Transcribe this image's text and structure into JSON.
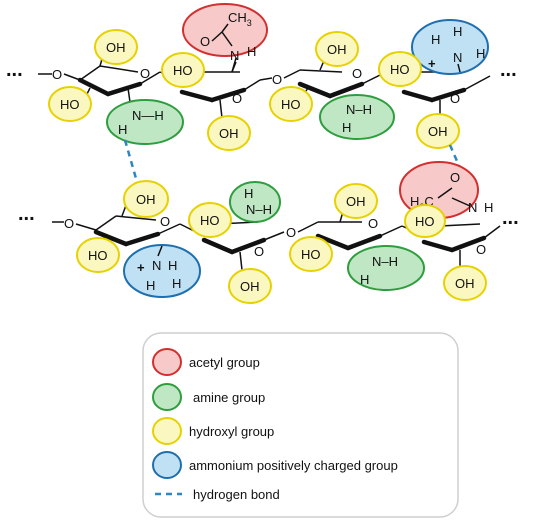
{
  "legend": {
    "items": [
      {
        "label": "acetyl group",
        "fill": "#f7c9c9",
        "stroke": "#d32f2f"
      },
      {
        "label": "amine group",
        "fill": "#bfe7c4",
        "stroke": "#2e9d3e"
      },
      {
        "label": "hydroxyl group",
        "fill": "#fbf7c0",
        "stroke": "#e6d200"
      },
      {
        "label": "ammonium positively charged group",
        "fill": "#bfe1f3",
        "stroke": "#1f6fae"
      }
    ],
    "hbond_label": "hydrogen bond",
    "hbond_color": "#2e86c1"
  },
  "labels": {
    "hydroxyl": "OH",
    "hydroxyl_rev": "HO",
    "ellipsis": "...",
    "nitrogen": "N",
    "hydrogen": "H",
    "oxygen": "O",
    "acetyl_methyl": "CH",
    "acetyl_methyl_left": "H",
    "acetyl_c": "C",
    "subscript_3": "3",
    "plus": "+",
    "nh_top": "N—H",
    "n_h": "N–H"
  }
}
